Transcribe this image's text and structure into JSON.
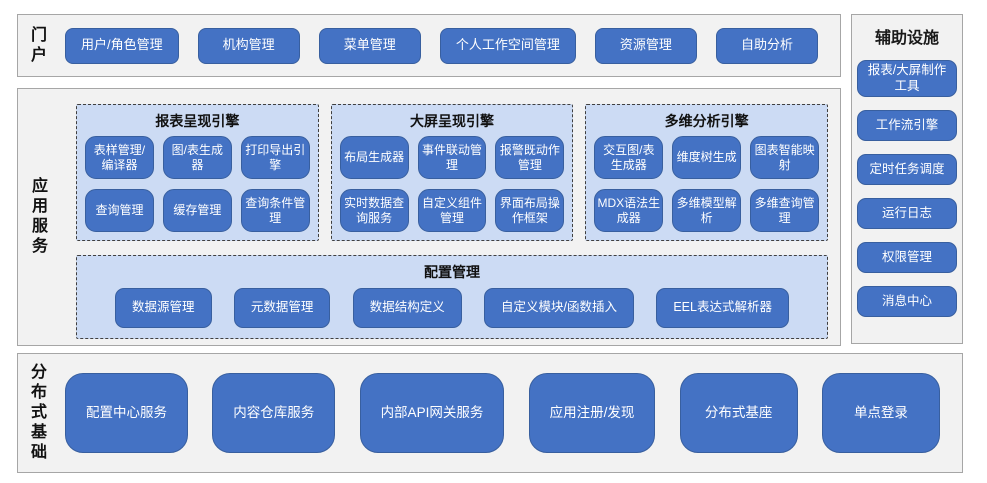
{
  "colors": {
    "module_blue": "#4472c4",
    "module_border": "#385f9f",
    "panel_light_blue": "#ccdbf4",
    "panel_dashed_border": "#404040",
    "section_gray": "#f2f2f2",
    "section_border": "#a6a6a6",
    "label_text": "#111111",
    "button_text": "#ffffff"
  },
  "portal": {
    "label": "门户",
    "buttons": [
      "用户/角色管理",
      "机构管理",
      "菜单管理",
      "个人工作空间管理",
      "资源管理",
      "自助分析"
    ]
  },
  "app_services": {
    "label": "应用服务",
    "engines": [
      {
        "title": "报表呈现引擎",
        "buttons": [
          "表样管理/编译器",
          "图/表生成器",
          "打印导出引擎",
          "查询管理",
          "缓存管理",
          "查询条件管理"
        ]
      },
      {
        "title": "大屏呈现引擎",
        "buttons": [
          "布局生成器",
          "事件联动管理",
          "报警既动作管理",
          "实时数据查询服务",
          "自定义组件管理",
          "界面布局操作框架"
        ]
      },
      {
        "title": "多维分析引擎",
        "buttons": [
          "交互图/表生成器",
          "维度树生成",
          "图表智能映射",
          "MDX语法生成器",
          "多维模型解析",
          "多维查询管理"
        ]
      }
    ],
    "config": {
      "title": "配置管理",
      "buttons": [
        "数据源管理",
        "元数据管理",
        "数据结构定义",
        "自定义模块/函数插入",
        "EEL表达式解析器"
      ]
    }
  },
  "auxiliary": {
    "label": "辅助设施",
    "buttons": [
      "报表/大屏制作工具",
      "工作流引擎",
      "定时任务调度",
      "运行日志",
      "权限管理",
      "消息中心"
    ]
  },
  "foundation": {
    "label": "分布式基础",
    "buttons": [
      "配置中心服务",
      "内容仓库服务",
      "内部API网关服务",
      "应用注册/发现",
      "分布式基座",
      "单点登录"
    ]
  }
}
